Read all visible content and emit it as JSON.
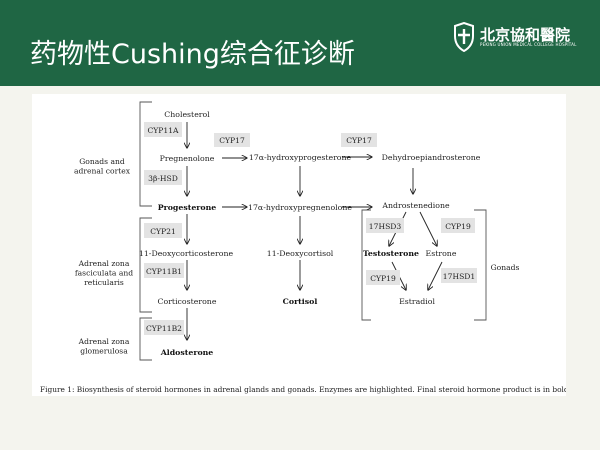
{
  "slide": {
    "title": "药物性Cushing综合征诊断",
    "logo_text": "北京協和醫院",
    "logo_subtext": "PEKING UNION MEDICAL COLLEGE HOSPITAL"
  },
  "diagram": {
    "groups": {
      "gonads_adrenal": [
        "Gonads and",
        "adrenal cortex"
      ],
      "fasciculata": [
        "Adrenal zona",
        "fasciculata and",
        "reticularis"
      ],
      "glomerulosa": [
        "Adrenal zona",
        "glomerulosa"
      ],
      "gonads": "Gonads"
    },
    "nodes": {
      "cholesterol": "Cholesterol",
      "pregnenolone": "Pregnenolone",
      "progesterone": "Progesterone",
      "deoxycorticosterone": "11-Deoxycorticosterone",
      "corticosterone": "Corticosterone",
      "aldosterone": "Aldosterone",
      "oh_progesterone": "17α-hydroxyprogesterone",
      "oh_pregnenolone": "17α-hydroxypregnenolone",
      "deoxycortisol": "11-Deoxycortisol",
      "cortisol": "Cortisol",
      "dhea": "Dehydroepiandrosterone",
      "androstenedione": "Androstenedione",
      "testosterone": "Testosterone",
      "estrone": "Estrone",
      "estradiol": "Estradiol"
    },
    "enzymes": {
      "cyp11a": "CYP11A",
      "hsd3b": "3β-HSD",
      "cyp21": "CYP21",
      "cyp11b1": "CYP11B1",
      "cyp11b2": "CYP11B2",
      "cyp17_a": "CYP17",
      "cyp17_b": "CYP17",
      "hsd17_3": "17HSD3",
      "cyp19_a": "CYP19",
      "cyp19_b": "CYP19",
      "hsd17_1": "17HSD1"
    },
    "caption": {
      "label": "Figure 1:",
      "text": " Biosynthesis of steroid hormones in adrenal glands and gonads. Enzymes are highlighted. Final steroid hormone product is in bold."
    }
  }
}
